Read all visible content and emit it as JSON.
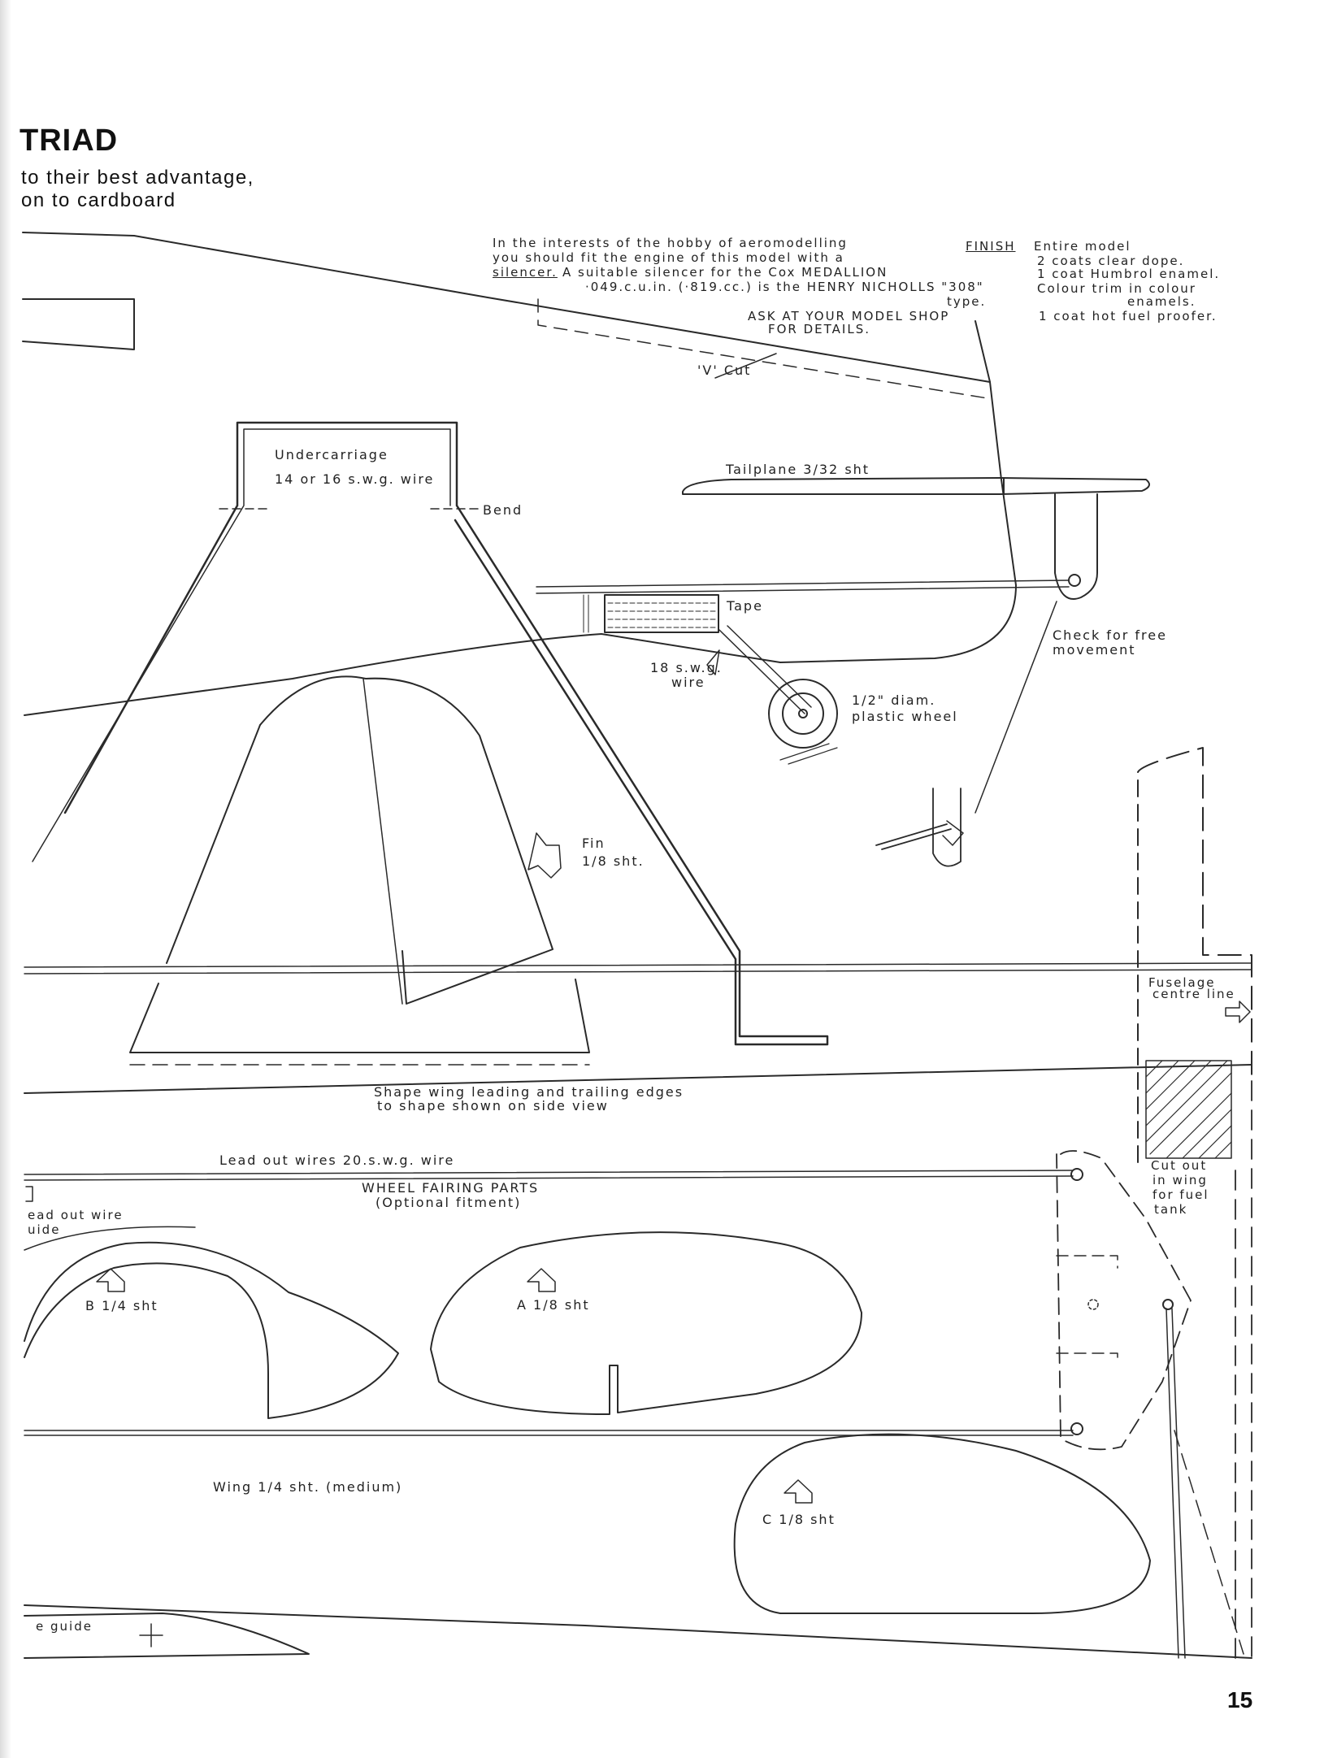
{
  "header": {
    "title": "TRIAD",
    "subtitle_lines": [
      "to their best advantage,",
      "on to cardboard"
    ]
  },
  "silencer_note": {
    "lines": [
      "In the interests of the hobby of aeromodelling",
      "you should fit the engine of this model with a",
      "silencer.",
      "A suitable silencer for the Cox MEDALLION",
      "·049.c.u.in. (·819.cc.) is the HENRY NICHOLLS \"308\"",
      "type.",
      "ASK AT YOUR MODEL SHOP",
      "FOR DETAILS."
    ]
  },
  "finish": {
    "heading": "FINISH",
    "lines": [
      "Entire model",
      "2 coats clear dope.",
      "1 coat Humbrol enamel.",
      "Colour trim in colour",
      "enamels.",
      "1 coat hot fuel proofer."
    ]
  },
  "labels": {
    "v_cut": "'V' Cut",
    "undercarriage": [
      "Undercarriage",
      "14 or 16 s.w.g. wire"
    ],
    "bend": "Bend",
    "tailplane": "Tailplane 3/32 sht",
    "tape": "Tape",
    "check": [
      "Check for free",
      "movement"
    ],
    "wire_18": [
      "18 s.w.g.",
      "wire"
    ],
    "wheel": [
      "1/2\" diam.",
      "plastic wheel"
    ],
    "fin": [
      "Fin",
      "1/8 sht."
    ],
    "fuselage_centre": [
      "Fuselage",
      "centre line"
    ],
    "shape_wing": [
      "Shape wing leading and trailing edges",
      "to shape shown on side view"
    ],
    "lead_out": "Lead out wires 20.s.w.g. wire",
    "wheel_fairing": [
      "WHEEL FAIRING PARTS",
      "(Optional fitment)"
    ],
    "cut_out": [
      "Cut out",
      "in wing",
      "for fuel",
      "tank"
    ],
    "lead_out_guide": [
      "ead out wire",
      "uide"
    ],
    "part_b": "B 1/4 sht",
    "part_a": "A 1/8 sht",
    "part_c": "C 1/8 sht",
    "wing": "Wing 1/4 sht. (medium)",
    "guide": "e guide"
  },
  "page_number": "15"
}
